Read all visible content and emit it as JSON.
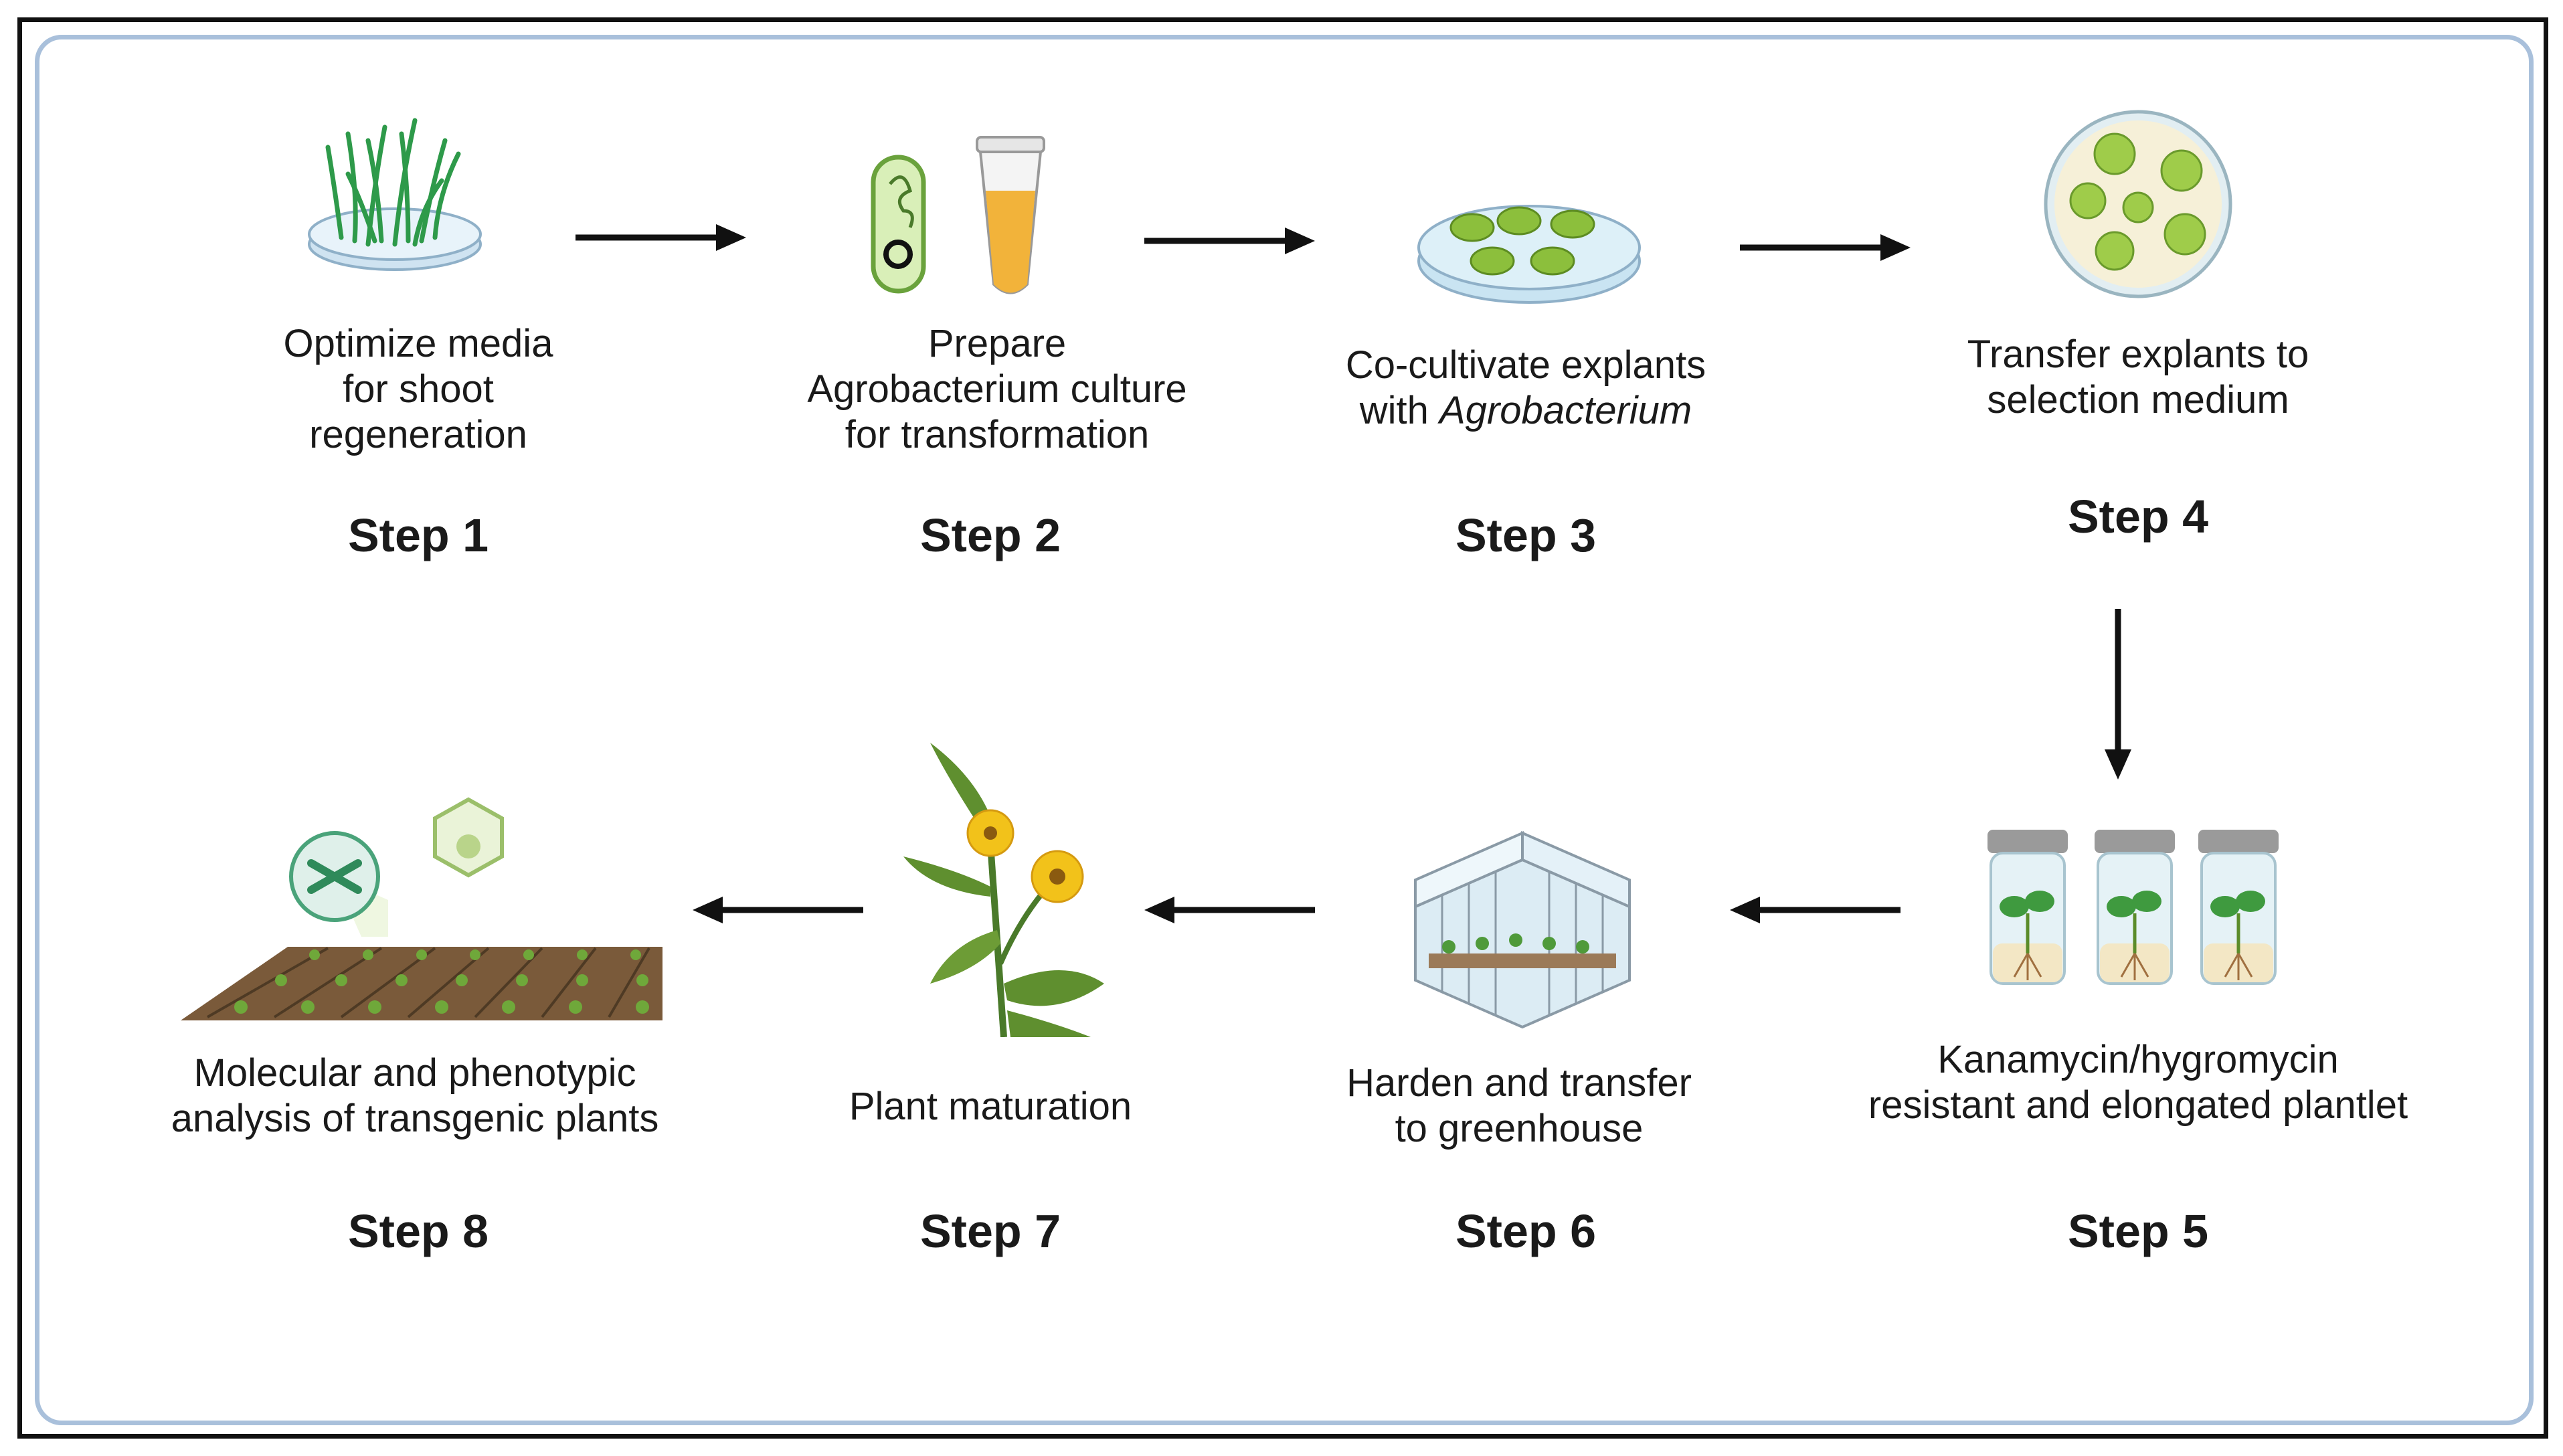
{
  "steps": [
    {
      "label": "Step 1",
      "lines": [
        "Optimize media",
        "for shoot",
        "regeneration"
      ]
    },
    {
      "label": "Step 2",
      "lines": [
        "Prepare",
        "Agrobacterium culture",
        "for transformation"
      ]
    },
    {
      "label": "Step 3",
      "lines": [
        "Co-cultivate explants"
      ],
      "line2_prefix": "with ",
      "line2_italic": "Agrobacterium"
    },
    {
      "label": "Step 4",
      "lines": [
        "Transfer explants to",
        "selection medium"
      ]
    },
    {
      "label": "Step 5",
      "lines": [
        "Kanamycin/hygromycin",
        "resistant and elongated plantlet"
      ]
    },
    {
      "label": "Step 6",
      "lines": [
        "Harden and transfer",
        "to greenhouse"
      ]
    },
    {
      "label": "Step 7",
      "lines": [
        "Plant maturation"
      ]
    },
    {
      "label": "Step 8",
      "lines": [
        "Molecular and phenotypic",
        "analysis of transgenic plants"
      ]
    }
  ],
  "colors": {
    "frame": "#111111",
    "inner_border": "#a9c0db",
    "green": "#7fb236",
    "yellow": "#f2c21a"
  },
  "icons": [
    "petri-dish-shoots-icon",
    "bacterium-tube-icon",
    "cocultivation-dish-icon",
    "selection-plate-icon",
    "plantlet-jars-icon",
    "greenhouse-icon",
    "flowering-plant-icon",
    "field-dna-icon"
  ]
}
